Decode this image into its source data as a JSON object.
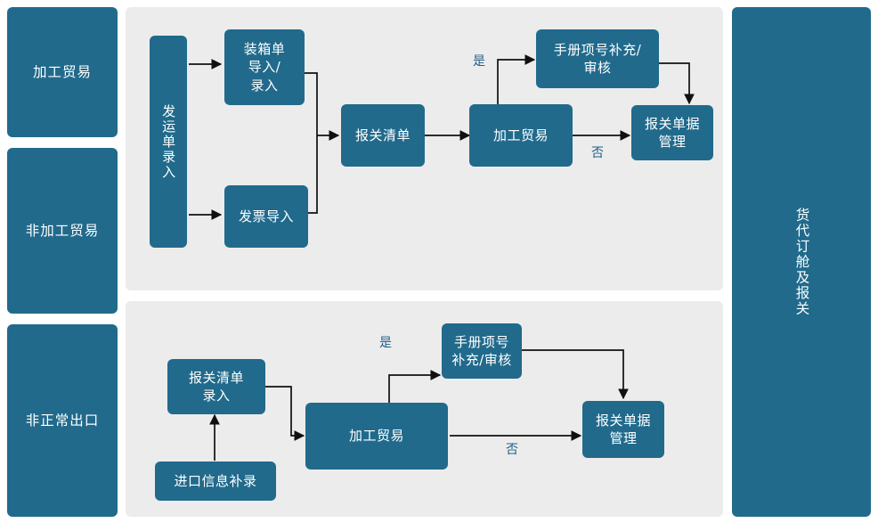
{
  "diagram": {
    "title_hidden": "",
    "colors": {
      "node_fill": "#216a8c",
      "node_text": "#ffffff",
      "panel_bg": "#ececec",
      "page_bg": "#ffffff",
      "edge": "#101010",
      "decision_label": "#1f5f86"
    }
  },
  "left_sidebar": {
    "items": [
      {
        "id": "processing-trade",
        "label": "加工贸易"
      },
      {
        "id": "non-processing-trade",
        "label": "非加工贸易"
      },
      {
        "id": "abnormal-export",
        "label": "非正常出口"
      }
    ]
  },
  "right_sidebar": {
    "label": "货代订舱及报关"
  },
  "flow_top": {
    "nodes": [
      {
        "id": "shipment-entry",
        "label": "发运单录入",
        "orientation": "vertical"
      },
      {
        "id": "packing-list-import",
        "label": "装箱单\n导入/\n录入",
        "orientation": "horizontal"
      },
      {
        "id": "invoice-import",
        "label": "发票导入",
        "orientation": "horizontal"
      },
      {
        "id": "customs-list",
        "label": "报关清单",
        "orientation": "horizontal"
      },
      {
        "id": "processing-trade",
        "label": "加工贸易",
        "orientation": "horizontal"
      },
      {
        "id": "manual-item-no",
        "label": "手册项号补充/\n审核",
        "orientation": "horizontal"
      },
      {
        "id": "customs-doc-mgmt",
        "label": "报关单据\n管理",
        "orientation": "horizontal"
      }
    ],
    "decisions": [
      {
        "id": "yes",
        "label": "是"
      },
      {
        "id": "no",
        "label": "否"
      }
    ]
  },
  "flow_bottom": {
    "nodes": [
      {
        "id": "customs-list-entry",
        "label": "报关清单\n录入",
        "orientation": "horizontal"
      },
      {
        "id": "import-info-supp",
        "label": "进口信息补录",
        "orientation": "horizontal"
      },
      {
        "id": "processing-trade",
        "label": "加工贸易",
        "orientation": "horizontal"
      },
      {
        "id": "manual-item-no",
        "label": "手册项号\n补充/审核",
        "orientation": "horizontal"
      },
      {
        "id": "customs-doc-mgmt",
        "label": "报关单据\n管理",
        "orientation": "horizontal"
      }
    ],
    "decisions": [
      {
        "id": "yes",
        "label": "是"
      },
      {
        "id": "no",
        "label": "否"
      }
    ]
  }
}
